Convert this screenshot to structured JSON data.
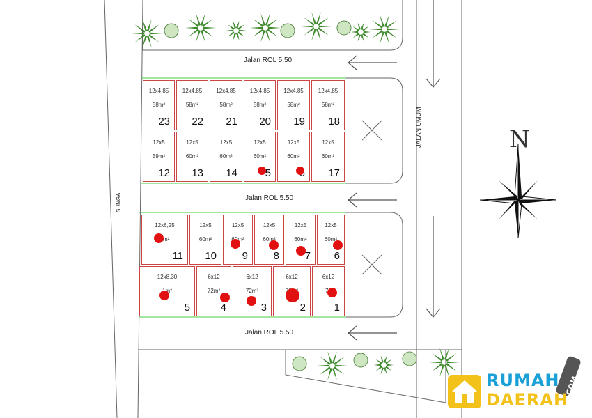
{
  "roads": {
    "top": "Jalan ROL 5.50",
    "middle": "Jalan ROL 5.50",
    "bottom": "Jalan ROL 5.50",
    "main": "JALAN UMUM",
    "river": "SUNGAI"
  },
  "compass": {
    "north": "N"
  },
  "block_top": {
    "row1": [
      {
        "dim": "12x4,85",
        "area": "58m²",
        "num": "23"
      },
      {
        "dim": "12x4,85",
        "area": "58m²",
        "num": "22"
      },
      {
        "dim": "12x4,85",
        "area": "58m²",
        "num": "21"
      },
      {
        "dim": "12x4,85",
        "area": "58m²",
        "num": "20"
      },
      {
        "dim": "12x4,85",
        "area": "58m²",
        "num": "19"
      },
      {
        "dim": "12x4,85",
        "area": "58m²",
        "num": "18"
      }
    ],
    "row2": [
      {
        "dim": "12x5",
        "area": "59m²",
        "num": "12"
      },
      {
        "dim": "12x5",
        "area": "60m²",
        "num": "13"
      },
      {
        "dim": "12x5",
        "area": "60m²",
        "num": "14"
      },
      {
        "dim": "12x5",
        "area": "60m²",
        "num": "5"
      },
      {
        "dim": "12x5",
        "area": "60m²",
        "num": "6"
      },
      {
        "dim": "12x5",
        "area": "60m²",
        "num": "17"
      }
    ]
  },
  "block_bottom": {
    "row1": [
      {
        "dim": "12x6,25",
        "area": "4m²",
        "num": "11"
      },
      {
        "dim": "12x5",
        "area": "60m²",
        "num": "10"
      },
      {
        "dim": "12x5",
        "area": "60m²",
        "num": "9"
      },
      {
        "dim": "12x5",
        "area": "60m²",
        "num": "8"
      },
      {
        "dim": "12x5",
        "area": "60m²",
        "num": "7"
      },
      {
        "dim": "12x5",
        "area": "60m²",
        "num": "6"
      }
    ],
    "row2": [
      {
        "dim": "12x8,30",
        "area": "1m²",
        "num": "5"
      },
      {
        "dim": "6x12",
        "area": "72m²",
        "num": "4"
      },
      {
        "dim": "6x12",
        "area": "72m²",
        "num": "3"
      },
      {
        "dim": "6x12",
        "area": "72m²",
        "num": "2"
      },
      {
        "dim": "6x12",
        "area": "72",
        "num": "1"
      }
    ]
  },
  "watermark": {
    "line1": "RUMAH",
    "line2": "DAERAH",
    "suffix": ".COM"
  },
  "colors": {
    "plot_border": "#c44444",
    "sold_dot": "#e11111",
    "tree": "#3f8a2e",
    "wm_blue": "#1aa0d6",
    "wm_yellow": "#f2c21a"
  }
}
